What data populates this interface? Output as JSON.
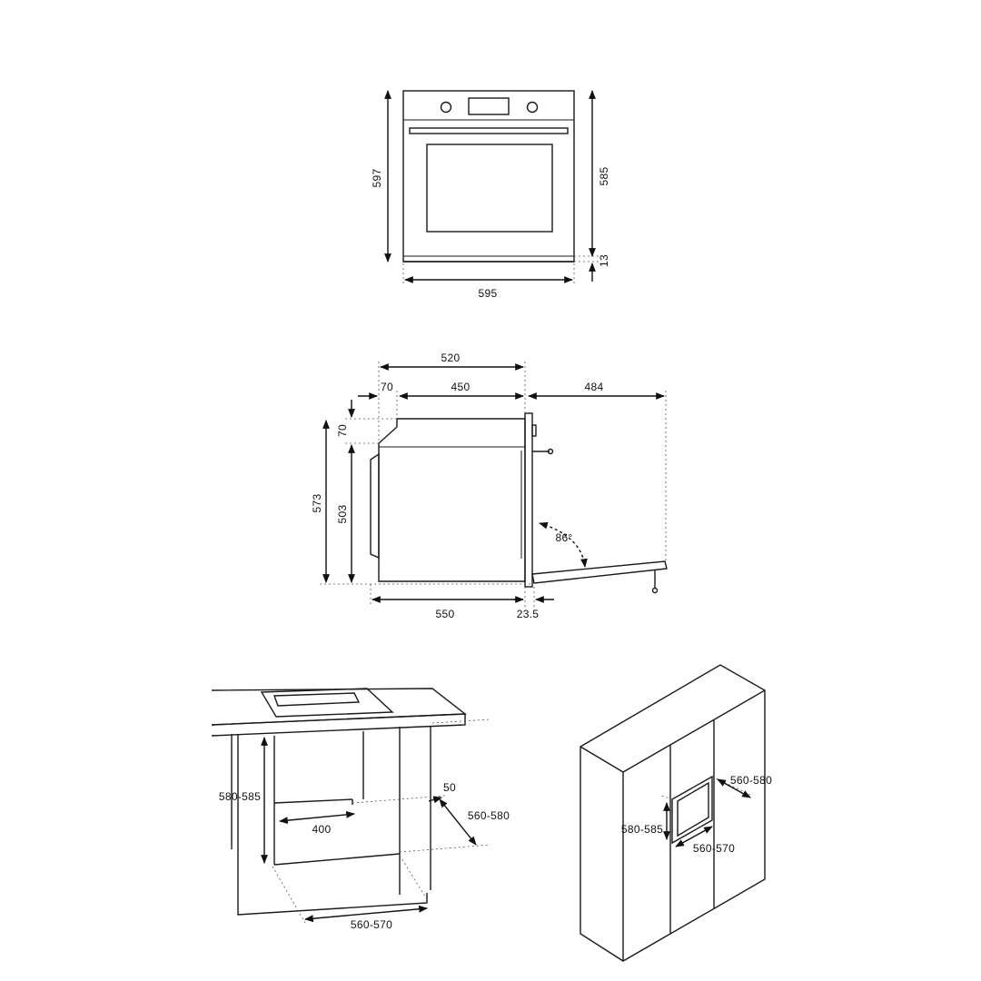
{
  "front_view": {
    "height": "597",
    "inner_height": "585",
    "bottom_gap": "13",
    "width": "595"
  },
  "side_view": {
    "depth_total": "520",
    "top_offset": "70",
    "inner_depth": "450",
    "door_open_depth": "484",
    "top_step": "70",
    "total_height": "573",
    "body_height": "503",
    "door_angle": "86°",
    "body_depth": "550",
    "door_thickness": "23.5"
  },
  "under_counter": {
    "niche_height": "580-585",
    "vent_depth": "50",
    "niche_depth": "560-580",
    "vent_width": "400",
    "niche_width": "560-570"
  },
  "column_install": {
    "niche_depth": "560-580",
    "niche_height": "580-585",
    "niche_width": "560-570"
  }
}
